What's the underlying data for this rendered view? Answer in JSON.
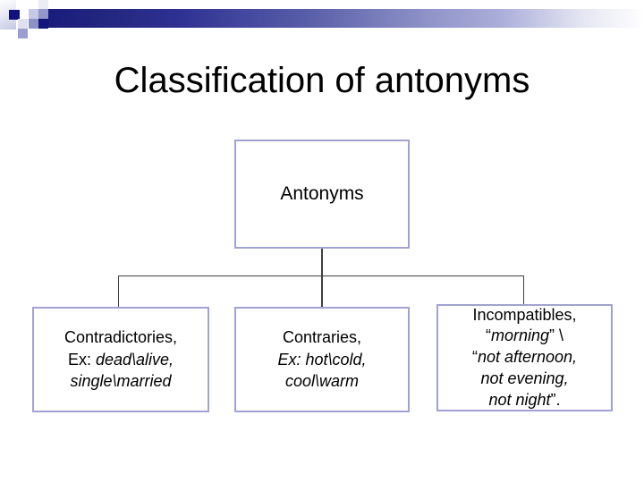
{
  "slide": {
    "title": "Classification of antonyms"
  },
  "diagram": {
    "root": {
      "label": "Antonyms"
    },
    "children": [
      {
        "name": "contradictories",
        "line1": "Contradictories,",
        "line2_plain": "Ex: ",
        "line2_italic": "dead\\alive,",
        "line3_italic": "single\\married"
      },
      {
        "name": "contraries",
        "line1": "Contraries,",
        "line2_italic": "Ex: hot\\cold,",
        "line3_italic": "cool\\warm"
      },
      {
        "name": "incompatibles",
        "line1": "Incompatibles,",
        "line2_open_quote": "“",
        "line2_italic": "morning",
        "line2_close": "” \\",
        "line3_open_quote": "“",
        "line3_italic": "not afternoon,",
        "line4_italic": "not evening,",
        "line5_italic": "not night",
        "line5_close": "”."
      }
    ]
  },
  "colors": {
    "bar_navy": "#191c7c",
    "bar_fade_end": "#ffffff",
    "decor_dark_square": "#10137d",
    "decor_light_lavender": "#c7c9e6",
    "decor_slate": "#9297c9",
    "box_border": "#a2a2d2",
    "connector_line": "#404040",
    "title_text": "#000000",
    "background": "#ffffff"
  }
}
